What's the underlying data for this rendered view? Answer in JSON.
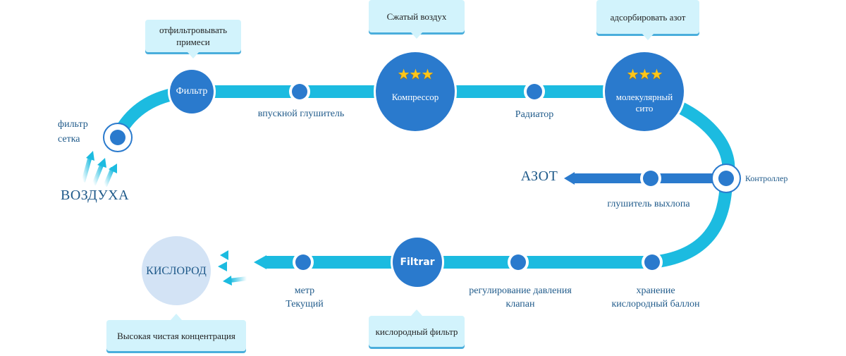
{
  "colors": {
    "track": "#1cbbe0",
    "node": "#2a7acd",
    "nitrogen_track": "#2a7acd",
    "oxygen_bubble": "#d3e3f5",
    "callout_bg": "#d2f3fc",
    "label_text": "#1f5a8a",
    "star": "#ffc61a"
  },
  "inputs": {
    "air": "ВОЗДУХА",
    "air_icon": "arrows-up-right-icon"
  },
  "stations": {
    "filter_mesh": "фильтр\nсетка",
    "filter": "Фильтр",
    "intake_silencer": "впускной глушитель",
    "compressor": "Компрессор",
    "radiator": "Радиатор",
    "molecular_sieve": "молекулярный\nсито",
    "controller": "Контроллер",
    "exhaust_silencer": "глушитель выхлопа",
    "nitrogen": "АЗОТ",
    "oxygen_tank": "хранение\nкислородный баллон",
    "pressure_valve": "регулирование давления\nклапан",
    "oxygen_filter_node": "Filtrar",
    "flow_meter": "метр\nТекущий",
    "oxygen": "КИСЛОРОД"
  },
  "callouts": {
    "filter": "отфильтровывать\nпримеси",
    "compressor": "Сжатый воздух",
    "sieve": "адсорбировать азот",
    "oxygen_filter": "кислородный фильтр",
    "oxygen": "Высокая чистая концентрация"
  },
  "ratings": {
    "compressor_stars": 3,
    "sieve_stars": 3
  }
}
